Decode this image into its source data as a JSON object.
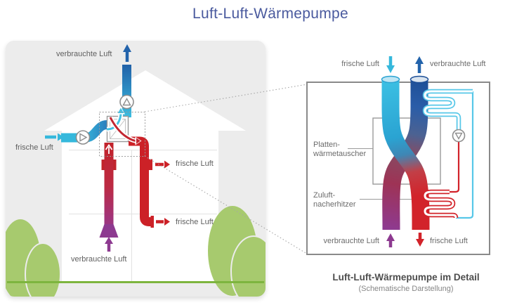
{
  "title": "Luft-Luft-Wärmepumpe",
  "house_diagram": {
    "labels": {
      "exhaust_top": "verbrauchte Luft",
      "fresh_inlet": "frische Luft",
      "fresh_supply_upper": "frische Luft",
      "fresh_supply_lower": "frische Luft",
      "exhaust_bottom": "verbrauchte Luft"
    }
  },
  "detail_diagram": {
    "labels": {
      "fresh_top": "frische Luft",
      "exhaust_top": "verbrauchte Luft",
      "plate_line1": "Platten-",
      "plate_line2": "wärmetauscher",
      "reheater_line1": "Zuluft-",
      "reheater_line2": "nacherhitzer",
      "exhaust_bottom": "verbrauchte Luft",
      "fresh_bottom": "frische Luft"
    },
    "caption": "Luft-Luft-Wärmepumpe im Detail",
    "subcaption": "(Schematische Darstellung)"
  },
  "colors": {
    "title_blue": "#4a5a9e",
    "fresh_cyan": "#35b8dc",
    "exhaust_navy": "#2263ab",
    "warm_red": "#d2232a",
    "exhaust_purple": "#8d3a90",
    "vegetation_green": "#a7ca6e",
    "ground_green": "#7db53e"
  },
  "icons": {
    "inlet_fan": "fan-icon",
    "exhaust_fan": "fan-icon",
    "compressor": "pump-icon"
  }
}
